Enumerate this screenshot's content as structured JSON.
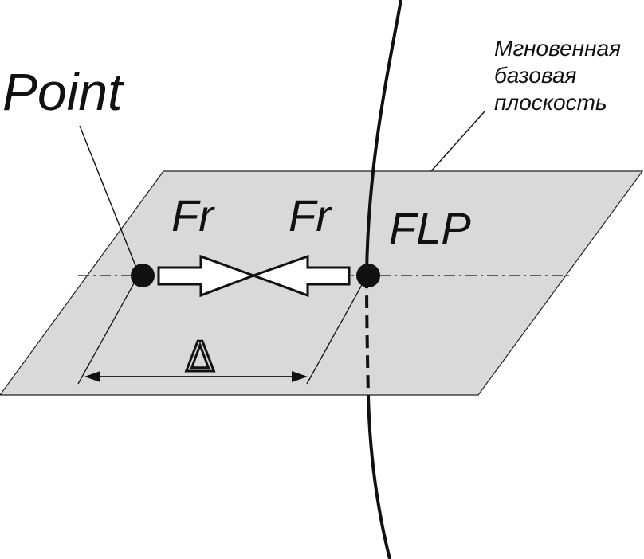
{
  "labels": {
    "point": "Point",
    "flp": "FLP",
    "force_left": "Fr",
    "force_right": "Fr",
    "delta": "Δ",
    "plane_line1": "Мгновенная",
    "plane_line2": "базовая",
    "plane_line3": "плоскость"
  },
  "colors": {
    "plane_fill": "#d9d9d9",
    "stroke": "#111111",
    "dot": "#111111"
  }
}
